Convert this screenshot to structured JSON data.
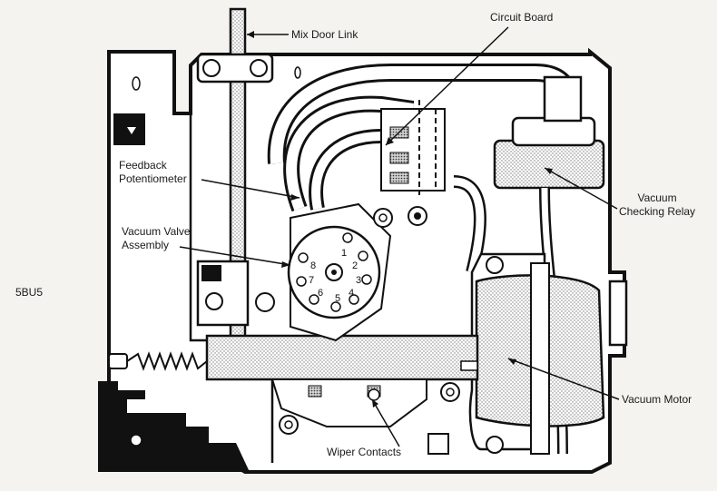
{
  "diagram": {
    "figure_code": "5BU5",
    "labels": {
      "mix_door_link": "Mix Door Link",
      "circuit_board": "Circuit Board",
      "feedback_potentiometer": [
        "Feedback",
        "Potentiometer"
      ],
      "vacuum_valve_assembly": [
        "Vacuum Valve",
        "Assembly"
      ],
      "vacuum_checking_relay": [
        "Vacuum",
        "Checking Relay"
      ],
      "vacuum_motor": "Vacuum Motor",
      "wiper_contacts": "Wiper Contacts"
    },
    "valve_port_numbers": [
      "1",
      "2",
      "3",
      "4",
      "5",
      "6",
      "7",
      "8"
    ]
  }
}
